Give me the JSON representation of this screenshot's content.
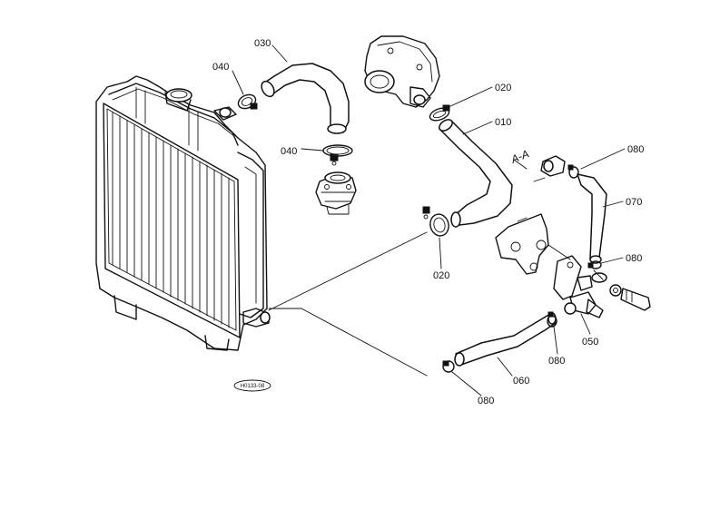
{
  "callouts": {
    "p030": "030",
    "p040_top": "040",
    "p040_mid": "040",
    "p020_top": "020",
    "p010": "010",
    "p080_right_top": "080",
    "p070": "070",
    "p080_right_mid": "080",
    "p020_bottom": "020",
    "p050": "050",
    "p080_bottom_mid": "080",
    "p060": "060",
    "p080_bottom": "080"
  },
  "badge": "H0133-08",
  "handwriting": "A-A"
}
